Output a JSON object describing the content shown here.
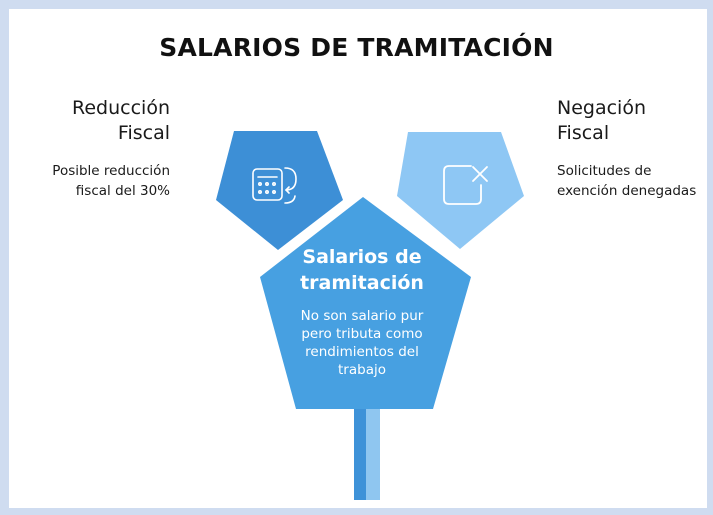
{
  "title": "SALARIOS DE TRAMITACIÓN",
  "left": {
    "title_line1": "Reducción",
    "title_line2": "Fiscal",
    "desc_line1": "Posible reducción",
    "desc_line2": "fiscal del 30%",
    "icon": "calculator-icon"
  },
  "right": {
    "title_line1": "Negación",
    "title_line2": "Fiscal",
    "desc_line1": "Solicitudes de",
    "desc_line2": "exención denegadas",
    "icon": "close-box-icon"
  },
  "center": {
    "title_line1": "Salarios de",
    "title_line2": "tramitación",
    "desc_line1": "No son salario pur",
    "desc_line2": "pero tributa como",
    "desc_line3": "rendimientos del",
    "desc_line4": "trabajo"
  },
  "colors": {
    "left_pentagon": "#3d8fd6",
    "right_pentagon": "#8ec7f4",
    "center_pentagon": "#47a0e1",
    "stem_dark": "#3e92d8",
    "stem_light": "#8fc6f0",
    "frame": "#cfdcf0"
  }
}
